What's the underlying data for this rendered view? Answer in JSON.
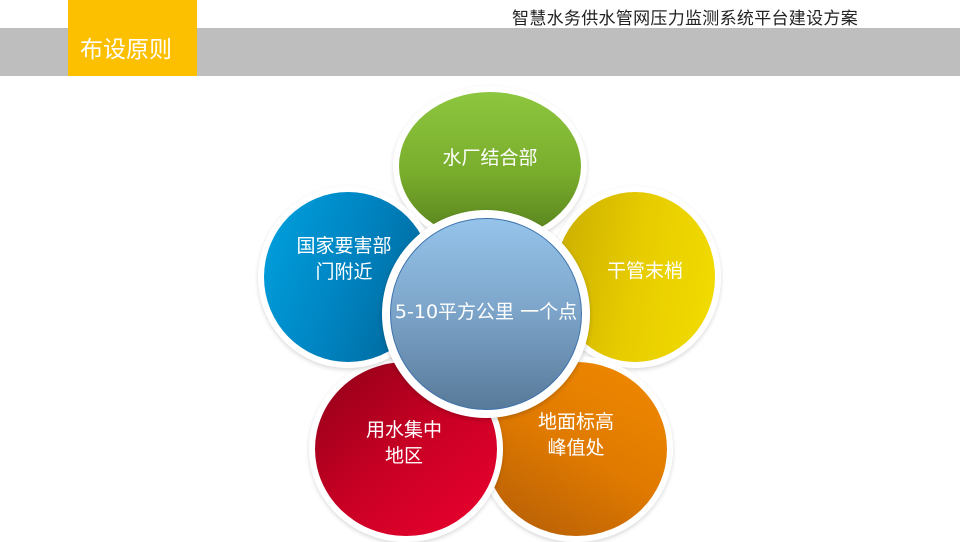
{
  "header": {
    "document_title": "智慧水务供水管网压力监测系统平台建设方案",
    "section_tag": "布设原则",
    "colors": {
      "tag": "#fdc000",
      "band": "#bebebe"
    }
  },
  "diagram": {
    "center": {
      "line1": "5-10平方公里",
      "line2": "一个点",
      "color": "#7fa7cc"
    },
    "petals": [
      {
        "id": "top",
        "line1": "水厂结合部",
        "line2": "",
        "color": "#7cb02e"
      },
      {
        "id": "right",
        "line1": "干管末梢",
        "line2": "",
        "color": "#e2c600"
      },
      {
        "id": "bottom-right",
        "line1": "地面标高",
        "line2": "峰值处",
        "color": "#e07a00"
      },
      {
        "id": "bottom-left",
        "line1": "用水集中",
        "line2": "地区",
        "color": "#c80024"
      },
      {
        "id": "left",
        "line1": "国家要害部",
        "line2": "门附近",
        "color": "#0083c0"
      }
    ]
  }
}
